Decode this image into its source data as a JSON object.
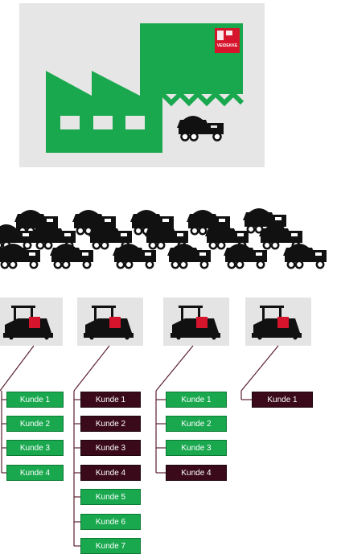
{
  "factory": {
    "logo_text": "VEIDEKKE",
    "colors": {
      "factory": "#1aa84f",
      "logo": "#d6142b",
      "window": "#e6e6e6",
      "truck": "#111111"
    }
  },
  "colors": {
    "green": "#1aa84f",
    "dark": "#3a0a1a",
    "line": "#5a2030",
    "panel": "#e6e6e6"
  },
  "columns": [
    {
      "paver": "paver-1",
      "customers": [
        {
          "label": "Kunde 1",
          "style": "green"
        },
        {
          "label": "Kunde 2",
          "style": "green"
        },
        {
          "label": "Kunde 3",
          "style": "green"
        },
        {
          "label": "Kunde 4",
          "style": "green"
        }
      ]
    },
    {
      "paver": "paver-2",
      "customers": [
        {
          "label": "Kunde 1",
          "style": "dark"
        },
        {
          "label": "Kunde 2",
          "style": "dark"
        },
        {
          "label": "Kunde 3",
          "style": "dark"
        },
        {
          "label": "Kunde 4",
          "style": "dark"
        },
        {
          "label": "Kunde 5",
          "style": "green"
        },
        {
          "label": "Kunde 6",
          "style": "green"
        },
        {
          "label": "Kunde 7",
          "style": "green"
        }
      ]
    },
    {
      "paver": "paver-3",
      "customers": [
        {
          "label": "Kunde 1",
          "style": "green"
        },
        {
          "label": "Kunde 2",
          "style": "green"
        },
        {
          "label": "Kunde 3",
          "style": "green"
        },
        {
          "label": "Kunde 4",
          "style": "dark"
        }
      ]
    },
    {
      "paver": "paver-4",
      "customers": [
        {
          "label": "Kunde 1",
          "style": "dark"
        }
      ]
    }
  ]
}
